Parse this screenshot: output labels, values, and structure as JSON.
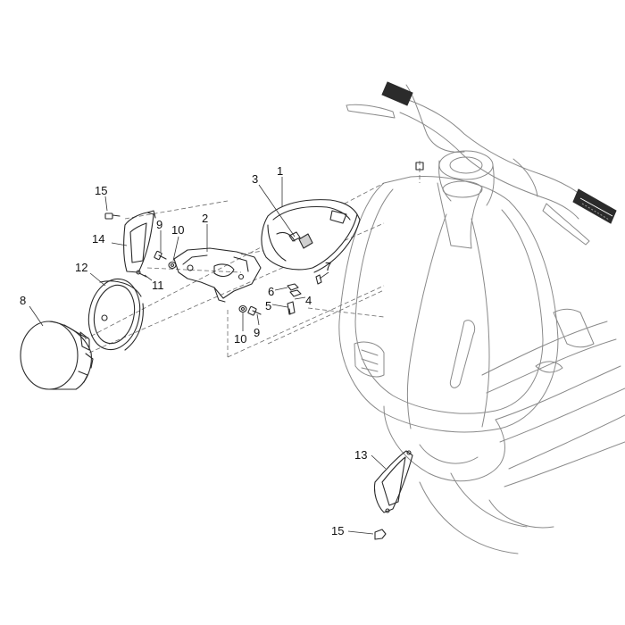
{
  "diagram": {
    "callouts": [
      {
        "id": "c1",
        "text": "1"
      },
      {
        "id": "c2",
        "text": "2"
      },
      {
        "id": "c3",
        "text": "3"
      },
      {
        "id": "c4",
        "text": "4"
      },
      {
        "id": "c5",
        "text": "5"
      },
      {
        "id": "c6",
        "text": "6"
      },
      {
        "id": "c7",
        "text": "7"
      },
      {
        "id": "c8",
        "text": "8"
      },
      {
        "id": "c9a",
        "text": "9"
      },
      {
        "id": "c9b",
        "text": "9"
      },
      {
        "id": "c10a",
        "text": "10"
      },
      {
        "id": "c10b",
        "text": "10"
      },
      {
        "id": "c11",
        "text": "11"
      },
      {
        "id": "c12",
        "text": "12"
      },
      {
        "id": "c13",
        "text": "13"
      },
      {
        "id": "c14",
        "text": "14"
      },
      {
        "id": "c15a",
        "text": "15"
      },
      {
        "id": "c15b",
        "text": "15"
      }
    ],
    "colors": {
      "part_stroke": "#2a2a2a",
      "scooter_stroke": "#8a8a8a",
      "dash_line": "#6a6a6a",
      "grip": "#2b2b2b"
    }
  }
}
